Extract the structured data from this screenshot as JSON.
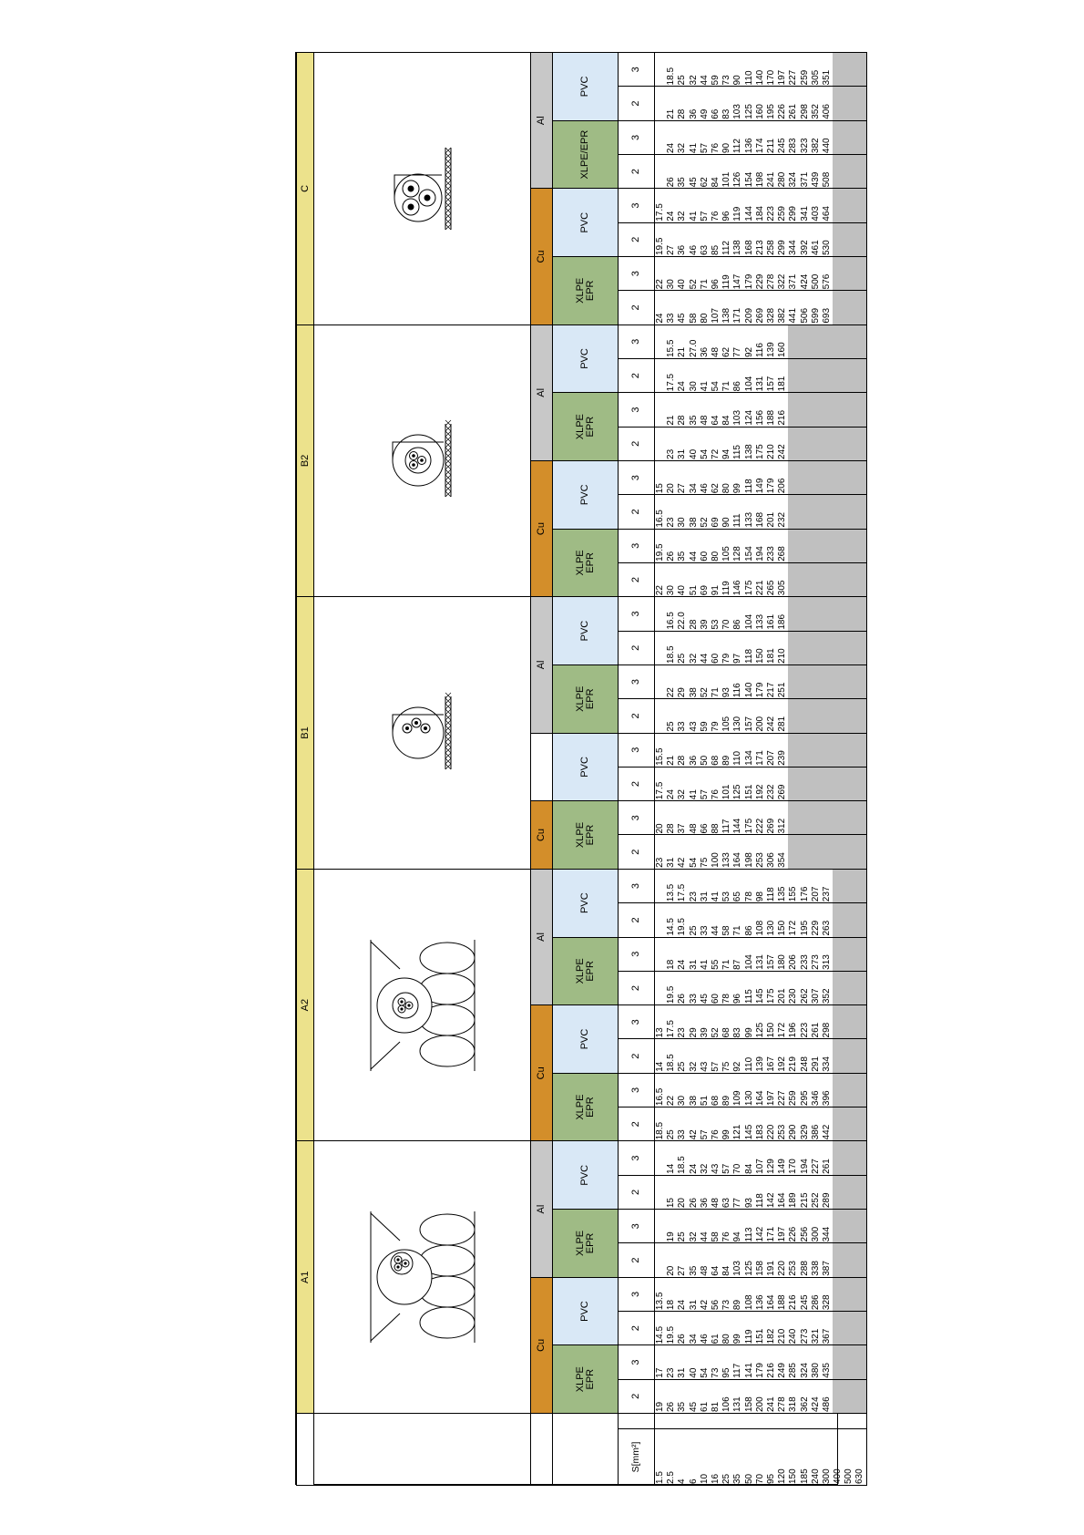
{
  "title_row": {
    "A1": "A1",
    "A2": "A2",
    "B1": "B1",
    "B2": "B2",
    "C": "C"
  },
  "metal": {
    "cu": "Cu",
    "al": "Al"
  },
  "insulation": {
    "xlpe": "XLPE\nEPR",
    "pvc": "PVC",
    "xlpe_c_al": "XLPE/EPR"
  },
  "cores": {
    "two": "2",
    "three": "3"
  },
  "section_label": "S[mm²]",
  "icons": [
    "A1-cable-in-insulated-wall-icon",
    "A2-cable-in-insulated-wall-icon",
    "B1-conduit-on-wall-icon",
    "B2-multicore-conduit-icon",
    "C-clipped-direct-icon"
  ],
  "colors": {
    "yellow": "#ece28c",
    "copper": "#d38e2a",
    "aluminium": "#c8c8c8",
    "insulation": "#9fbb85",
    "pvc": "#d9e8f6",
    "grey": "#c0c0c0"
  },
  "sections": [
    "1.5",
    "2.5",
    "4",
    "6",
    "10",
    "16",
    "25",
    "35",
    "50",
    "70",
    "95",
    "120",
    "150",
    "185",
    "240",
    "300",
    "400",
    "500",
    "630"
  ],
  "A1": {
    "cu_xlpe_2": [
      "19",
      "26",
      "35",
      "45",
      "61",
      "81",
      "106",
      "131",
      "158",
      "200",
      "241",
      "278",
      "318",
      "362",
      "424",
      "486",
      "",
      "",
      ""
    ],
    "cu_xlpe_3": [
      "17",
      "23",
      "31",
      "40",
      "54",
      "73",
      "95",
      "117",
      "141",
      "179",
      "216",
      "249",
      "285",
      "324",
      "380",
      "435",
      "",
      "",
      ""
    ],
    "cu_pvc_2": [
      "14.5",
      "19.5",
      "26",
      "34",
      "46",
      "61",
      "80",
      "99",
      "119",
      "151",
      "182",
      "210",
      "240",
      "273",
      "321",
      "367",
      "",
      "",
      ""
    ],
    "cu_pvc_3": [
      "13.5",
      "18",
      "24",
      "31",
      "42",
      "56",
      "73",
      "89",
      "108",
      "136",
      "164",
      "188",
      "216",
      "245",
      "286",
      "328",
      "",
      "",
      ""
    ],
    "al_xlpe_2": [
      "",
      "20",
      "27",
      "35",
      "48",
      "64",
      "84",
      "103",
      "125",
      "158",
      "191",
      "220",
      "253",
      "288",
      "338",
      "387",
      "",
      "",
      ""
    ],
    "al_xlpe_3": [
      "",
      "19",
      "25",
      "32",
      "44",
      "58",
      "76",
      "94",
      "113",
      "142",
      "171",
      "197",
      "226",
      "256",
      "300",
      "344",
      "",
      "",
      ""
    ],
    "al_pvc_2": [
      "",
      "15",
      "20",
      "26",
      "36",
      "48",
      "63",
      "77",
      "93",
      "118",
      "142",
      "164",
      "189",
      "215",
      "252",
      "289",
      "",
      "",
      ""
    ],
    "al_pvc_3": [
      "",
      "14",
      "18.5",
      "24",
      "32",
      "43",
      "57",
      "70",
      "84",
      "107",
      "129",
      "149",
      "170",
      "194",
      "227",
      "261",
      "",
      "",
      ""
    ]
  },
  "A2": {
    "cu_xlpe_2": [
      "18.5",
      "25",
      "33",
      "42",
      "57",
      "76",
      "99",
      "121",
      "145",
      "183",
      "220",
      "253",
      "290",
      "329",
      "386",
      "442",
      "",
      "",
      ""
    ],
    "cu_xlpe_3": [
      "16.5",
      "22",
      "30",
      "38",
      "51",
      "68",
      "89",
      "109",
      "130",
      "164",
      "197",
      "227",
      "259",
      "295",
      "346",
      "396",
      "",
      "",
      ""
    ],
    "cu_pvc_2": [
      "14",
      "18.5",
      "25",
      "32",
      "43",
      "57",
      "75",
      "92",
      "110",
      "139",
      "167",
      "192",
      "219",
      "248",
      "291",
      "334",
      "",
      "",
      ""
    ],
    "cu_pvc_3": [
      "13",
      "17.5",
      "23",
      "29",
      "39",
      "52",
      "68",
      "83",
      "99",
      "125",
      "150",
      "172",
      "196",
      "223",
      "261",
      "298",
      "",
      "",
      ""
    ],
    "al_xlpe_2": [
      "",
      "19.5",
      "26",
      "33",
      "45",
      "60",
      "78",
      "96",
      "115",
      "145",
      "175",
      "201",
      "230",
      "262",
      "307",
      "352",
      "",
      "",
      ""
    ],
    "al_xlpe_3": [
      "",
      "18",
      "24",
      "31",
      "41",
      "55",
      "71",
      "87",
      "104",
      "131",
      "157",
      "180",
      "206",
      "233",
      "273",
      "313",
      "",
      "",
      ""
    ],
    "al_pvc_2": [
      "",
      "14.5",
      "19.5",
      "25",
      "33",
      "44",
      "58",
      "71",
      "86",
      "108",
      "130",
      "150",
      "172",
      "195",
      "229",
      "263",
      "",
      "",
      ""
    ],
    "al_pvc_3": [
      "",
      "13.5",
      "17.5",
      "23",
      "31",
      "41",
      "53",
      "65",
      "78",
      "98",
      "118",
      "135",
      "155",
      "176",
      "207",
      "237",
      "",
      "",
      ""
    ]
  },
  "B1": {
    "cu_xlpe_2": [
      "23",
      "31",
      "42",
      "54",
      "75",
      "100",
      "133",
      "164",
      "198",
      "253",
      "306",
      "354",
      "",
      "",
      "",
      "",
      "",
      "",
      ""
    ],
    "cu_xlpe_3": [
      "20",
      "28",
      "37",
      "48",
      "66",
      "88",
      "117",
      "144",
      "175",
      "222",
      "269",
      "312",
      "",
      "",
      "",
      "",
      "",
      "",
      ""
    ],
    "cu_pvc_2": [
      "17.5",
      "24",
      "32",
      "41",
      "57",
      "76",
      "101",
      "125",
      "151",
      "192",
      "232",
      "269",
      "",
      "",
      "",
      "",
      "",
      "",
      ""
    ],
    "cu_pvc_3": [
      "15.5",
      "21",
      "28",
      "36",
      "50",
      "68",
      "89",
      "110",
      "134",
      "171",
      "207",
      "239",
      "",
      "",
      "",
      "",
      "",
      "",
      ""
    ],
    "al_xlpe_2": [
      "",
      "25",
      "33",
      "43",
      "59",
      "79",
      "105",
      "130",
      "157",
      "200",
      "242",
      "281",
      "",
      "",
      "",
      "",
      "",
      "",
      ""
    ],
    "al_xlpe_3": [
      "",
      "22",
      "29",
      "38",
      "52",
      "71",
      "93",
      "116",
      "140",
      "179",
      "217",
      "251",
      "",
      "",
      "",
      "",
      "",
      "",
      ""
    ],
    "al_pvc_2": [
      "",
      "18.5",
      "25",
      "32",
      "44",
      "60",
      "79",
      "97",
      "118",
      "150",
      "181",
      "210",
      "",
      "",
      "",
      "",
      "",
      "",
      ""
    ],
    "al_pvc_3": [
      "",
      "16.5",
      "22.0",
      "28",
      "39",
      "53",
      "70",
      "86",
      "104",
      "133",
      "161",
      "186",
      "",
      "",
      "",
      "",
      "",
      "",
      ""
    ]
  },
  "B2": {
    "cu_xlpe_2": [
      "22",
      "30",
      "40",
      "51",
      "69",
      "91",
      "119",
      "146",
      "175",
      "221",
      "265",
      "305",
      "",
      "",
      "",
      "",
      "",
      "",
      ""
    ],
    "cu_xlpe_3": [
      "19.5",
      "26",
      "35",
      "44",
      "60",
      "80",
      "105",
      "128",
      "154",
      "194",
      "233",
      "268",
      "",
      "",
      "",
      "",
      "",
      "",
      ""
    ],
    "cu_pvc_2": [
      "16.5",
      "23",
      "30",
      "38",
      "52",
      "69",
      "90",
      "111",
      "133",
      "168",
      "201",
      "232",
      "",
      "",
      "",
      "",
      "",
      "",
      ""
    ],
    "cu_pvc_3": [
      "15",
      "20",
      "27",
      "34",
      "46",
      "62",
      "80",
      "99",
      "118",
      "149",
      "179",
      "206",
      "",
      "",
      "",
      "",
      "",
      "",
      ""
    ],
    "al_xlpe_2": [
      "",
      "23",
      "31",
      "40",
      "54",
      "72",
      "94",
      "115",
      "138",
      "175",
      "210",
      "242",
      "",
      "",
      "",
      "",
      "",
      "",
      ""
    ],
    "al_xlpe_3": [
      "",
      "21",
      "28",
      "35",
      "48",
      "64",
      "84",
      "103",
      "124",
      "156",
      "188",
      "216",
      "",
      "",
      "",
      "",
      "",
      "",
      ""
    ],
    "al_pvc_2": [
      "",
      "17.5",
      "24",
      "30",
      "41",
      "54",
      "71",
      "86",
      "104",
      "131",
      "157",
      "181",
      "",
      "",
      "",
      "",
      "",
      "",
      ""
    ],
    "al_pvc_3": [
      "",
      "15.5",
      "21",
      "27.0",
      "36",
      "48",
      "62",
      "77",
      "92",
      "116",
      "139",
      "160",
      "",
      "",
      "",
      "",
      "",
      "",
      ""
    ]
  },
  "C": {
    "cu_xlpe_2": [
      "24",
      "33",
      "45",
      "58",
      "80",
      "107",
      "138",
      "171",
      "209",
      "269",
      "328",
      "382",
      "441",
      "506",
      "599",
      "693",
      "",
      "",
      ""
    ],
    "cu_xlpe_3": [
      "22",
      "30",
      "40",
      "52",
      "71",
      "96",
      "119",
      "147",
      "179",
      "229",
      "278",
      "322",
      "371",
      "424",
      "500",
      "576",
      "",
      "",
      ""
    ],
    "cu_pvc_2": [
      "19.5",
      "27",
      "36",
      "46",
      "63",
      "85",
      "112",
      "138",
      "168",
      "213",
      "258",
      "299",
      "344",
      "392",
      "461",
      "530",
      "",
      "",
      ""
    ],
    "cu_pvc_3": [
      "17.5",
      "24",
      "32",
      "41",
      "57",
      "76",
      "96",
      "119",
      "144",
      "184",
      "223",
      "259",
      "299",
      "341",
      "403",
      "464",
      "",
      "",
      ""
    ],
    "al_xlpe_2": [
      "",
      "26",
      "35",
      "45",
      "62",
      "84",
      "101",
      "126",
      "154",
      "198",
      "241",
      "280",
      "324",
      "371",
      "439",
      "508",
      "",
      "",
      ""
    ],
    "al_xlpe_3": [
      "",
      "24",
      "32",
      "41",
      "57",
      "76",
      "90",
      "112",
      "136",
      "174",
      "211",
      "245",
      "283",
      "323",
      "382",
      "440",
      "",
      "",
      ""
    ],
    "al_pvc_2": [
      "",
      "21",
      "28",
      "36",
      "49",
      "66",
      "83",
      "103",
      "125",
      "160",
      "195",
      "226",
      "261",
      "298",
      "352",
      "406",
      "",
      "",
      ""
    ],
    "al_pvc_3": [
      "",
      "18.5",
      "25",
      "32",
      "44",
      "59",
      "73",
      "90",
      "110",
      "140",
      "170",
      "197",
      "227",
      "259",
      "305",
      "351",
      "",
      "",
      ""
    ]
  }
}
